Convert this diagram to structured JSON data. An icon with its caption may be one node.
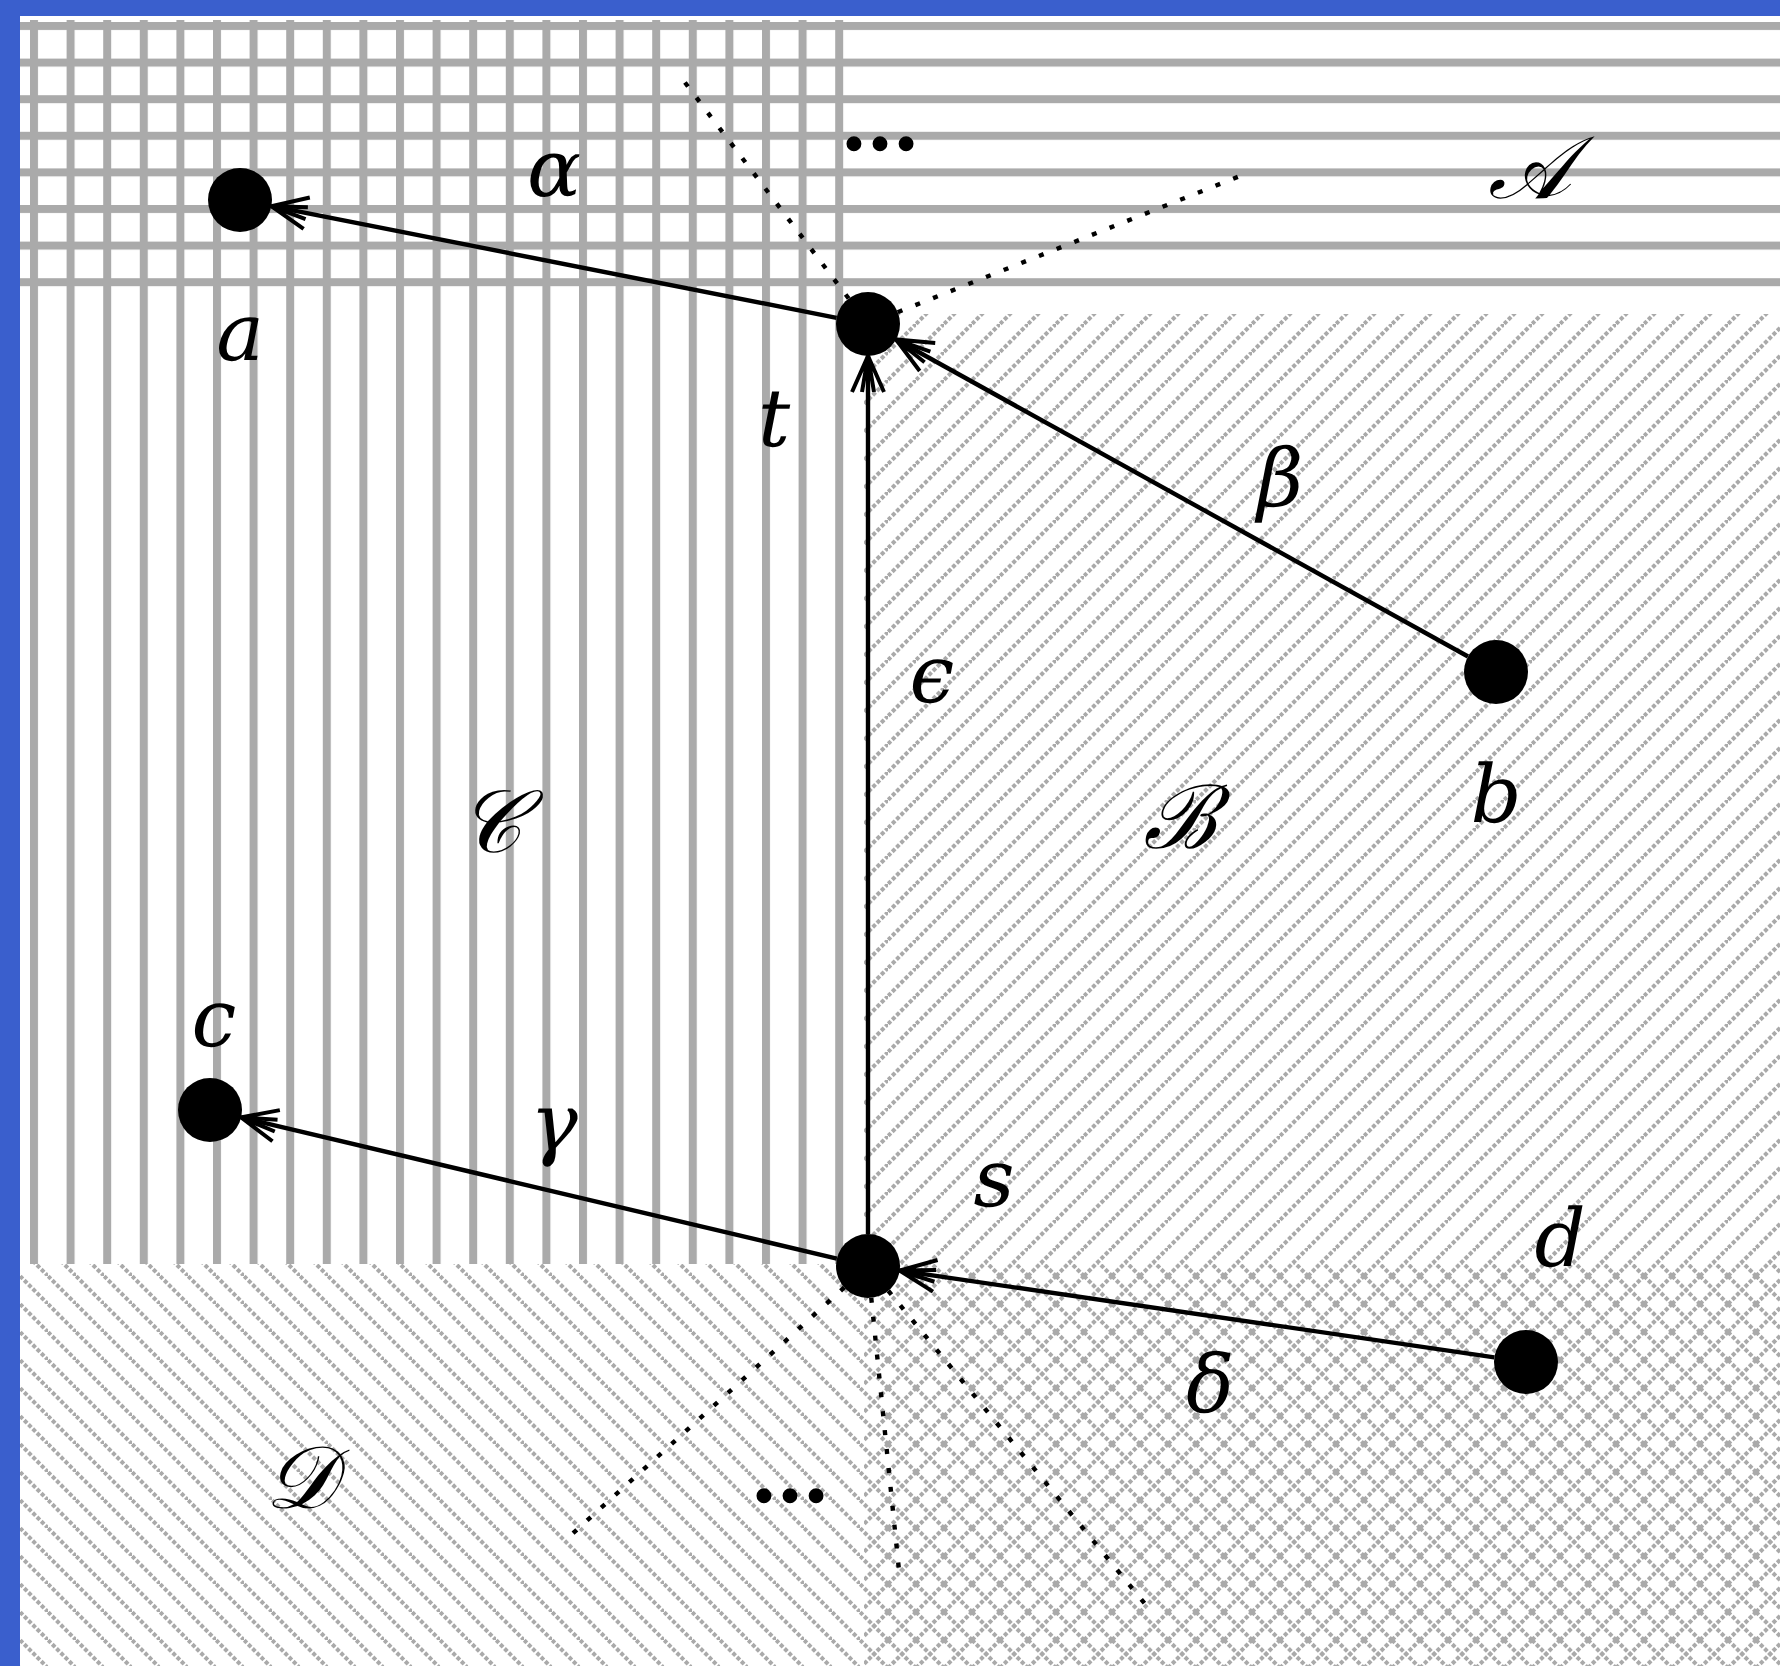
{
  "diagram": {
    "nodes": [
      {
        "text": [],
        "shape": "circle",
        "beside": [
          "a"
        ]
      },
      {
        "text": [],
        "shape": "circle",
        "beside": [
          "t"
        ]
      },
      {
        "text": [],
        "shape": "circle",
        "beside": [
          "b"
        ]
      },
      {
        "text": [],
        "shape": "circle",
        "beside": [
          "c"
        ]
      },
      {
        "text": [],
        "shape": "circle",
        "beside": [
          "s"
        ]
      },
      {
        "text": [],
        "shape": "circle",
        "beside": [
          "d"
        ]
      }
    ],
    "edges": [
      {
        "from": 1,
        "to": 0,
        "arrow": "to",
        "label": "α"
      },
      {
        "from": 2,
        "to": 1,
        "arrow": "to",
        "label": "β"
      },
      {
        "from": 4,
        "to": 1,
        "arrow": "to",
        "label": "ϵ"
      },
      {
        "from": 4,
        "to": 3,
        "arrow": "to",
        "label": "γ"
      },
      {
        "from": 5,
        "to": 4,
        "arrow": "to",
        "label": "δ"
      },
      {
        "from": 1,
        "to": null,
        "arrow": "none",
        "style": "dashed"
      },
      {
        "from": 1,
        "to": null,
        "arrow": "none",
        "style": "dashed"
      },
      {
        "from": 4,
        "to": null,
        "arrow": "none",
        "style": "dashed"
      },
      {
        "from": 4,
        "to": null,
        "arrow": "none",
        "style": "dashed"
      },
      {
        "from": 4,
        "to": null,
        "arrow": "none",
        "style": "dashed"
      }
    ],
    "labels": [
      "…",
      "𝒜",
      "𝒞",
      "ℬ",
      "𝒟",
      "…"
    ]
  }
}
